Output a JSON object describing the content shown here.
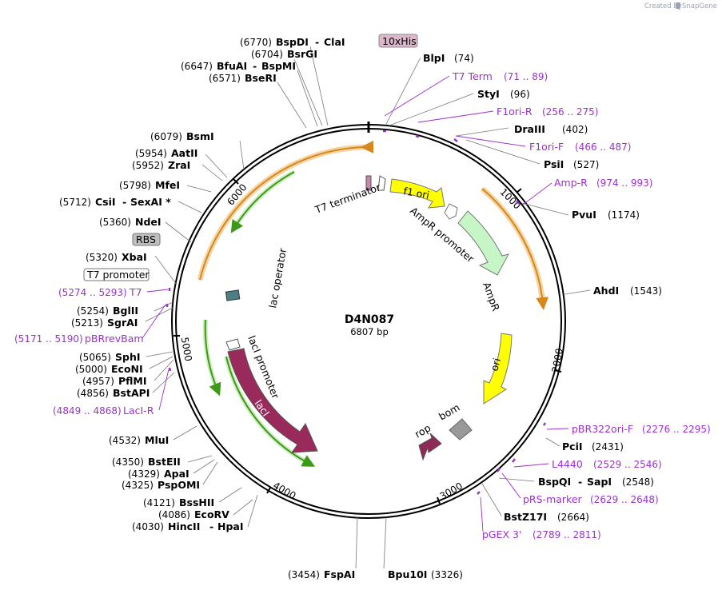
{
  "brand": {
    "created_by": "Created by",
    "name": "SnapGene"
  },
  "plasmid": {
    "name": "D4N087",
    "length": "6807 bp"
  },
  "ticks": [
    "1000",
    "2000",
    "3000",
    "4000",
    "5000",
    "6000"
  ],
  "sites": [
    {
      "id": "bspdi",
      "num": "(6770)",
      "name": "BspDI",
      "extra": "ClaI"
    },
    {
      "id": "bsrgi",
      "num": "(6704)",
      "name": "BsrGI"
    },
    {
      "id": "bfuai",
      "num": "(6647)",
      "name": "BfuAI",
      "extra": "BspMI"
    },
    {
      "id": "bseri",
      "num": "(6571)",
      "name": "BseRI"
    },
    {
      "id": "bsmi",
      "num": "(6079)",
      "name": "BsmI"
    },
    {
      "id": "aatii",
      "num": "(5954)",
      "name": "AatII"
    },
    {
      "id": "zrai",
      "num": "(5952)",
      "name": "ZraI"
    },
    {
      "id": "mfei",
      "num": "(5798)",
      "name": "MfeI"
    },
    {
      "id": "csii",
      "num": "(5712)",
      "name": "CsiI",
      "extra": "SexAI *"
    },
    {
      "id": "ndei",
      "num": "(5360)",
      "name": "NdeI"
    },
    {
      "id": "xbai",
      "num": "(5320)",
      "name": "XbaI"
    },
    {
      "id": "bglii",
      "num": "(5254)",
      "name": "BglII"
    },
    {
      "id": "sgrai",
      "num": "(5213)",
      "name": "SgrAI"
    },
    {
      "id": "sphi",
      "num": "(5065)",
      "name": "SphI"
    },
    {
      "id": "econi",
      "num": "(5000)",
      "name": "EcoNI"
    },
    {
      "id": "pflmi",
      "num": "(4957)",
      "name": "PflMI"
    },
    {
      "id": "bstapi",
      "num": "(4856)",
      "name": "BstAPI"
    },
    {
      "id": "mlui",
      "num": "(4532)",
      "name": "MluI"
    },
    {
      "id": "bsteii",
      "num": "(4350)",
      "name": "BstEII"
    },
    {
      "id": "apai",
      "num": "(4329)",
      "name": "ApaI"
    },
    {
      "id": "pspomi",
      "num": "(4325)",
      "name": "PspOMI"
    },
    {
      "id": "bsshii",
      "num": "(4121)",
      "name": "BssHII"
    },
    {
      "id": "ecorv",
      "num": "(4086)",
      "name": "EcoRV"
    },
    {
      "id": "hincii",
      "num": "(4030)",
      "name": "HincII",
      "extra": "HpaI"
    },
    {
      "id": "fspai",
      "num": "(3454)",
      "name": "FspAI"
    },
    {
      "id": "bpu10i",
      "num": "(3326)",
      "name": "Bpu10I"
    },
    {
      "id": "blpi",
      "num": "(74)",
      "name": "BlpI"
    },
    {
      "id": "styi",
      "num": "(96)",
      "name": "StyI"
    },
    {
      "id": "draiii",
      "num": "(402)",
      "name": "DraIII"
    },
    {
      "id": "psii",
      "num": "(527)",
      "name": "PsiI"
    },
    {
      "id": "pvui",
      "num": "(1174)",
      "name": "PvuI"
    },
    {
      "id": "ahdi",
      "num": "(1543)",
      "name": "AhdI"
    },
    {
      "id": "pcii",
      "num": "(2431)",
      "name": "PciI"
    },
    {
      "id": "bspqi",
      "num": "(2548)",
      "name": "BspQI",
      "extra": "SapI"
    },
    {
      "id": "bstz17i",
      "num": "(2664)",
      "name": "BstZ17I"
    }
  ],
  "primers": [
    {
      "id": "t7term",
      "name": "T7 Term",
      "range": "(71 .. 89)"
    },
    {
      "id": "f1orir",
      "name": "F1ori-R",
      "range": "(256 .. 275)"
    },
    {
      "id": "f1orif",
      "name": "F1ori-F",
      "range": "(466 .. 487)"
    },
    {
      "id": "ampr",
      "name": "Amp-R",
      "range": "(974 .. 993)"
    },
    {
      "id": "pbr322",
      "name": "pBR322ori-F",
      "range": "(2276 .. 2295)"
    },
    {
      "id": "l4440",
      "name": "L4440",
      "range": "(2529 .. 2546)"
    },
    {
      "id": "prs",
      "name": "pRS-marker",
      "range": "(2629 .. 2648)"
    },
    {
      "id": "pgex",
      "name": "pGEX 3'",
      "range": "(2789 .. 2811)"
    },
    {
      "id": "t7",
      "name": "T7",
      "range": "(5274 .. 5293)"
    },
    {
      "id": "pbrrev",
      "name": "pBRrevBam",
      "range": "(5171 .. 5190)"
    },
    {
      "id": "lacir",
      "name": "LacI-R",
      "range": "(4849 .. 4868)"
    }
  ],
  "boxed": {
    "his": "10xHis",
    "rbs": "RBS",
    "t7prom": "T7 promoter"
  },
  "features": {
    "t7_terminator": "T7 terminator",
    "f1_ori": "f1 ori",
    "ampr_promoter": "AmpR promoter",
    "ampr": "AmpR",
    "ori": "ori",
    "bom": "bom",
    "rop": "rop",
    "lac_operator": "lac operator",
    "laci_promoter": "lacI promoter",
    "laci": "lacI"
  },
  "colors": {
    "ring": "#000000",
    "primer": "#9b30d0",
    "orange": "#d9861a",
    "green": "#3c9a18",
    "f1ori": "#ffff00",
    "ampr": "#c6f5c6",
    "laci": "#9a2a5b",
    "rop": "#8e2a55",
    "bom": "#999999",
    "his_box": "#dcb8cc",
    "rbs_box": "#bfbfbf"
  }
}
